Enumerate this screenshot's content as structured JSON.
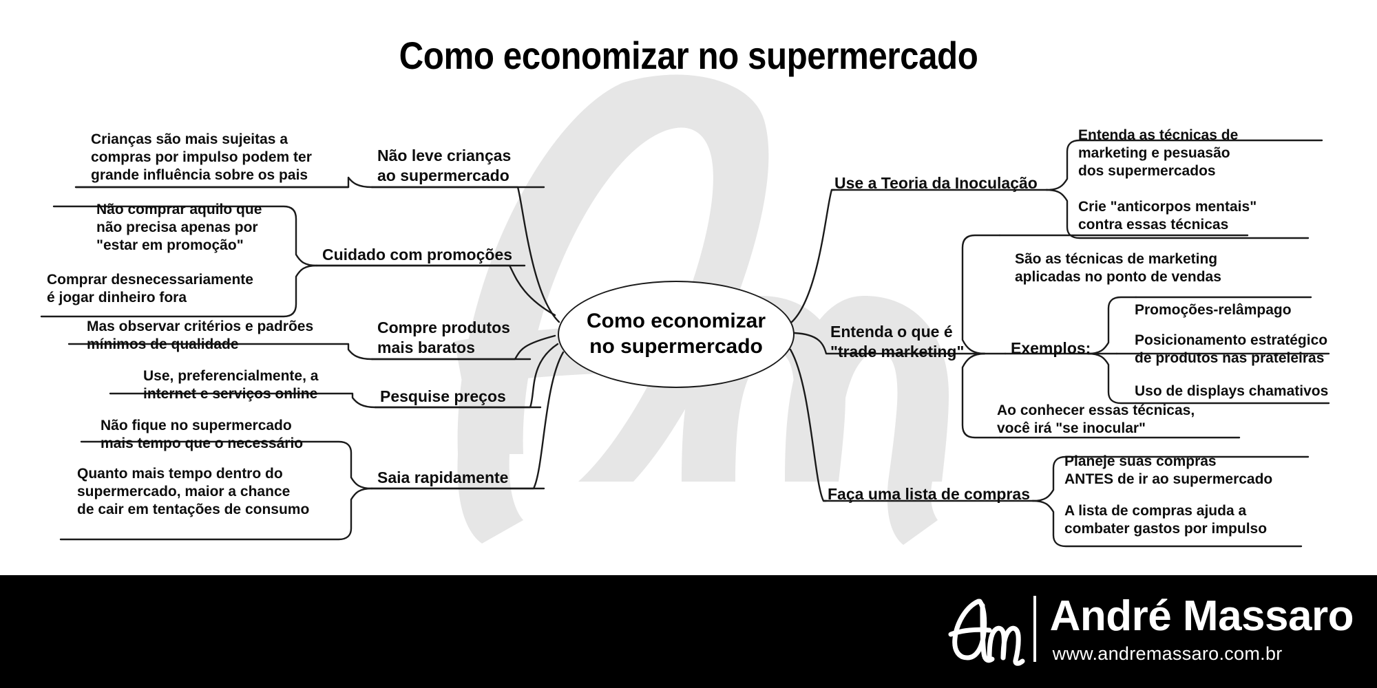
{
  "page": {
    "title": "Como economizar no supermercado",
    "background_color": "#ffffff",
    "footer_color": "#000000",
    "watermark_color": "#e6e6e6",
    "line_color": "#1a1a1a",
    "text_color": "#0d0d0d"
  },
  "center": {
    "label": "Como economizar\nno supermercado"
  },
  "branches": {
    "left": [
      {
        "label": "Não leve crianças\nao supermercado",
        "children": [
          {
            "label": "Crianças são mais sujeitas a\ncompras por impulso podem ter\ngrande influência sobre os pais"
          }
        ]
      },
      {
        "label": "Cuidado com promoções",
        "children": [
          {
            "label": "Não comprar aquilo que\nnão precisa apenas por\n\"estar em promoção\""
          },
          {
            "label": "Comprar desnecessariamente\né jogar dinheiro fora"
          }
        ]
      },
      {
        "label": "Compre produtos\nmais baratos",
        "children": [
          {
            "label": "Mas observar critérios e padrões\nmínimos de qualidade"
          }
        ]
      },
      {
        "label": "Pesquise preços",
        "children": [
          {
            "label": "Use, preferencialmente, a\ninternet e serviços online"
          }
        ]
      },
      {
        "label": "Saia rapidamente",
        "children": [
          {
            "label": "Não fique no supermercado\nmais tempo que o necessário"
          },
          {
            "label": "Quanto mais tempo dentro do\nsupermercado, maior a chance\nde cair em tentações de consumo"
          }
        ]
      }
    ],
    "right": [
      {
        "label": "Use a Teoria da Inoculação",
        "children": [
          {
            "label": "Entenda as técnicas de\nmarketing e pesuasão\ndos supermercados"
          },
          {
            "label": "Crie \"anticorpos mentais\"\ncontra essas técnicas"
          }
        ]
      },
      {
        "label": "Entenda o que é\n\"trade marketing\"",
        "children": [
          {
            "label": "São as técnicas de marketing\naplicadas no ponto de vendas"
          },
          {
            "label": "Exemplos:",
            "children": [
              {
                "label": "Promoções-relâmpago"
              },
              {
                "label": "Posicionamento estratégico\nde produtos nas prateleiras"
              },
              {
                "label": "Uso de displays chamativos"
              }
            ]
          },
          {
            "label": "Ao conhecer essas técnicas,\nvocê irá \"se inocular\""
          }
        ]
      },
      {
        "label": "Faça uma lista de compras",
        "children": [
          {
            "label": "Planeje suas compras\nANTES de ir ao supermercado"
          },
          {
            "label": "A lista de compras ajuda a\ncombater gastos por impulso"
          }
        ]
      }
    ]
  },
  "footer": {
    "monogram": "Am",
    "brand_name": "André Massaro",
    "url": "www.andremassaro.com.br"
  }
}
